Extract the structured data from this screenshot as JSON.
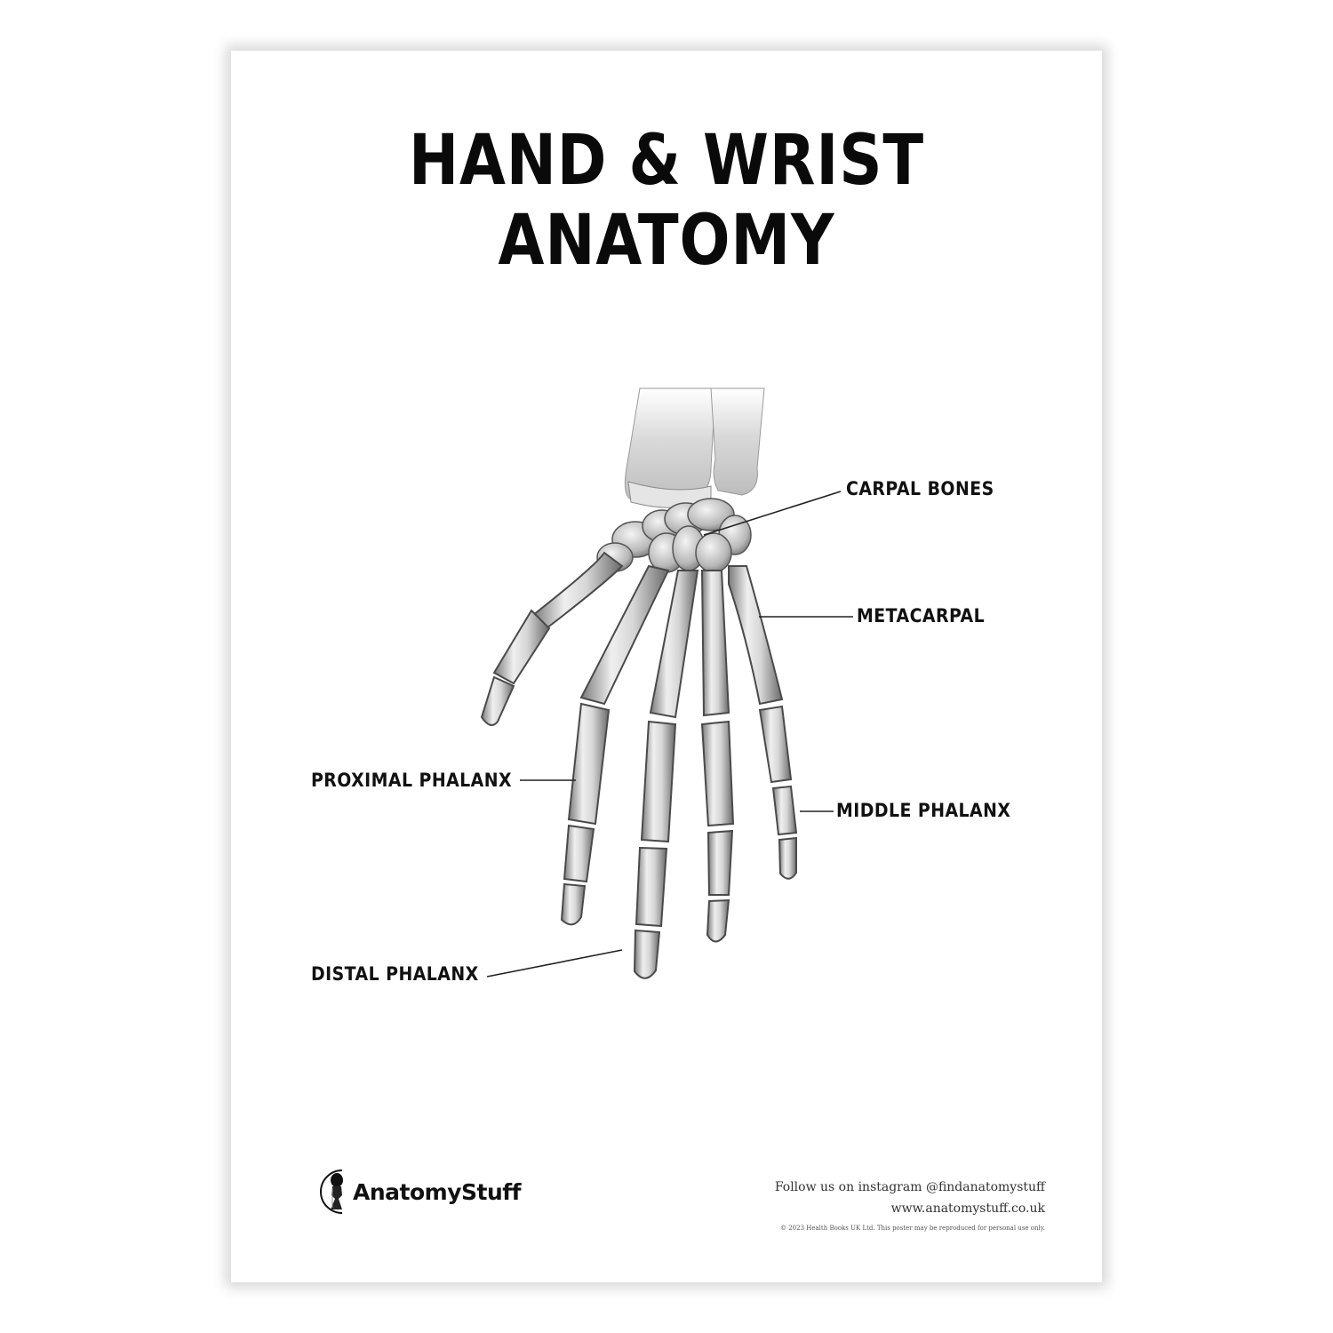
{
  "poster": {
    "title_line1": "HAND & WRIST",
    "title_line2": "ANATOMY"
  },
  "labels": {
    "carpal_bones": "CARPAL BONES",
    "metacarpal": "METACARPAL",
    "proximal_phalanx": "PROXIMAL PHALANX",
    "middle_phalanx": "MIDDLE PHALANX",
    "distal_phalanx": "DISTAL PHALANX"
  },
  "brand": {
    "name": "AnatomyStuff",
    "logo_icon": "anatomy-figure-circle-icon"
  },
  "footer": {
    "instagram": "Follow us on instagram @findanatomystuff",
    "website": "www.anatomystuff.co.uk",
    "copyright": "© 2023 Health Books UK Ltd. This poster may be reproduced for personal use only."
  },
  "colors": {
    "text": "#111111",
    "bone_light": "#f2f2f2",
    "bone_dark": "#6f6f6f",
    "background": "#ffffff"
  }
}
